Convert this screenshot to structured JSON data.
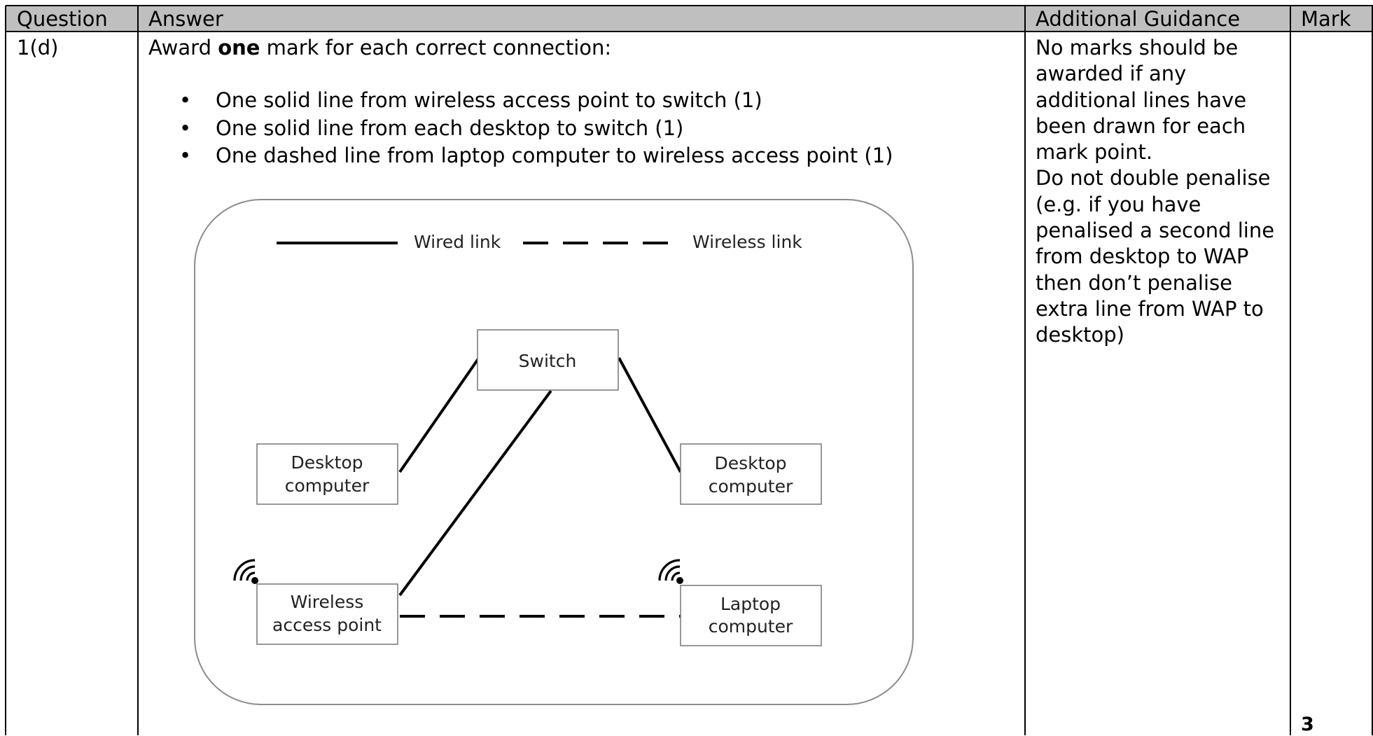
{
  "headers": {
    "question": "Question",
    "answer": "Answer",
    "guidance": "Additional Guidance",
    "mark": "Mark"
  },
  "row": {
    "question": "1(d)",
    "intro_pre": "Award ",
    "intro_bold": "one",
    "intro_post": " mark for each correct connection:",
    "bullets": [
      "One solid line from wireless access point to switch (1)",
      "One solid line from each desktop to switch (1)",
      "One dashed line from laptop computer to wireless access point (1)"
    ],
    "guidance": [
      "No marks should be awarded if any additional lines have been drawn for each mark point.",
      "Do not double penalise (e.g. if you have penalised a second line from desktop to WAP then don’t penalise extra line from WAP to desktop)"
    ],
    "mark": "3"
  },
  "diagram": {
    "legend_wired": "Wired link",
    "legend_wireless": "Wireless link",
    "switch": "Switch",
    "desktop_left_line1": "Desktop",
    "desktop_left_line2": "computer",
    "desktop_right_line1": "Desktop",
    "desktop_right_line2": "computer",
    "wap_line1": "Wireless",
    "wap_line2": "access point",
    "laptop_line1": "Laptop",
    "laptop_line2": "computer",
    "icons": [
      "wifi-icon",
      "wifi-icon"
    ]
  }
}
